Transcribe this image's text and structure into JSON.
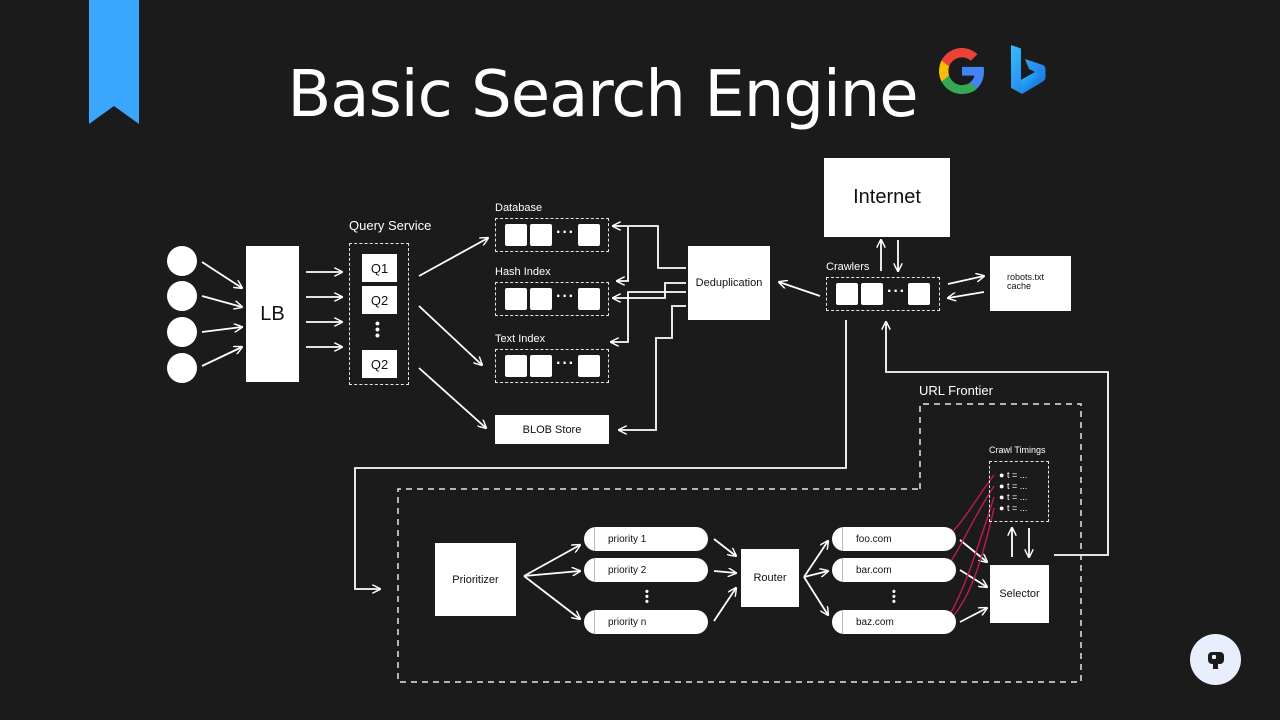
{
  "title": "Basic Search Engine",
  "lb": "LB",
  "query_service": {
    "label": "Query Service",
    "nodes": [
      "Q1",
      "Q2",
      "Q2"
    ]
  },
  "database": "Database",
  "hash_index": "Hash Index",
  "text_index": "Text Index",
  "blob_store": "BLOB Store",
  "deduplication": "Deduplication",
  "internet": "Internet",
  "crawlers": "Crawlers",
  "robots_cache": [
    "robots.txt",
    "cache"
  ],
  "url_frontier": "URL Frontier",
  "crawl_timings": {
    "label": "Crawl Timings",
    "rows": [
      "t = ...",
      "t = ...",
      "t = ...",
      "t = ..."
    ]
  },
  "prioritizer": "Prioritizer",
  "priority_queues": [
    "priority 1",
    "priority 2",
    "priority n"
  ],
  "router": "Router",
  "host_queues": [
    "foo.com",
    "bar.com",
    "baz.com"
  ],
  "selector": "Selector",
  "ellipsis": "···",
  "colors": {
    "background": "#1b1b1b",
    "bookmark": "#3aa7ff",
    "pink_wire": "#c2185b"
  }
}
